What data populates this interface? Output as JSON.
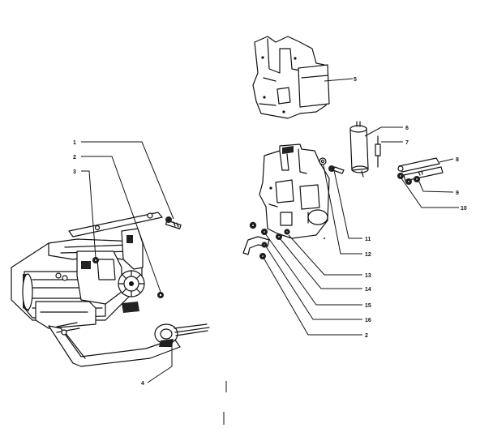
{
  "callouts": [
    "1",
    "2",
    "3",
    "4",
    "5",
    "6",
    "7",
    "8",
    "9",
    "10",
    "11",
    "12",
    "13",
    "14",
    "15",
    "16",
    "2"
  ],
  "colors": {
    "ink": "#111111",
    "paper": "#ffffff"
  }
}
